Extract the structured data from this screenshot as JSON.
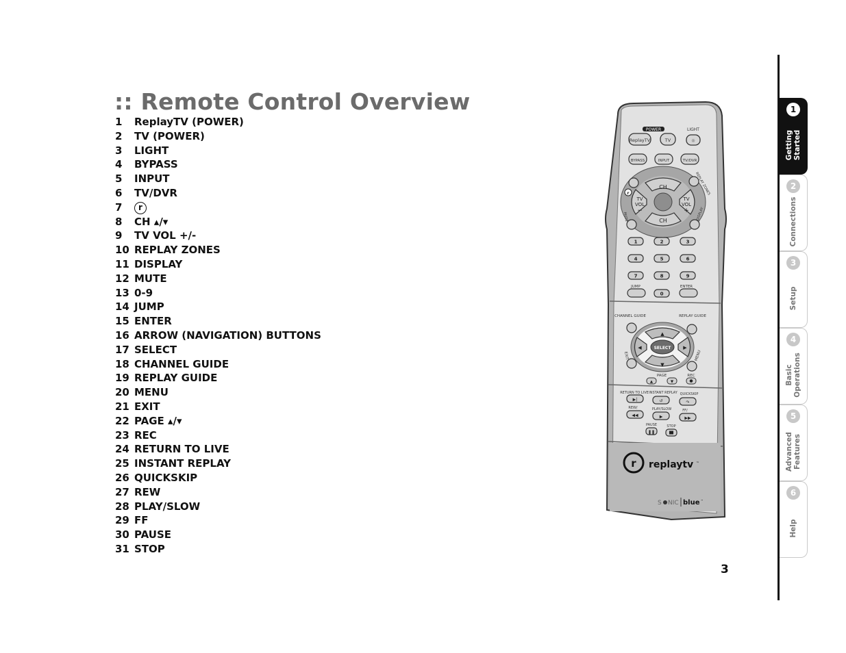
{
  "page": {
    "title": ":: Remote Control Overview",
    "page_number": "3"
  },
  "items": [
    {
      "num": "1",
      "label": "ReplayTV (POWER)"
    },
    {
      "num": "2",
      "label": "TV (POWER)"
    },
    {
      "num": "3",
      "label": "LIGHT"
    },
    {
      "num": "4",
      "label": "BYPASS"
    },
    {
      "num": "5",
      "label": "INPUT"
    },
    {
      "num": "6",
      "label": "TV/DVR"
    },
    {
      "num": "7",
      "label": "",
      "icon": "r-logo-icon",
      "icon_text": "r"
    },
    {
      "num": "8",
      "label": "CH ▴/▾"
    },
    {
      "num": "9",
      "label": "TV VOL +/-"
    },
    {
      "num": "10",
      "label": "REPLAY ZONES"
    },
    {
      "num": "11",
      "label": "DISPLAY"
    },
    {
      "num": "12",
      "label": "MUTE"
    },
    {
      "num": "13",
      "label": "0-9"
    },
    {
      "num": "14",
      "label": "JUMP"
    },
    {
      "num": "15",
      "label": "ENTER"
    },
    {
      "num": "16",
      "label": "ARROW (NAVIGATION) BUTTONS"
    },
    {
      "num": "17",
      "label": "SELECT"
    },
    {
      "num": "18",
      "label": "CHANNEL GUIDE"
    },
    {
      "num": "19",
      "label": "REPLAY GUIDE"
    },
    {
      "num": "20",
      "label": "MENU"
    },
    {
      "num": "21",
      "label": "EXIT"
    },
    {
      "num": "22",
      "label": "PAGE ▴/▾"
    },
    {
      "num": "23",
      "label": "REC"
    },
    {
      "num": "24",
      "label": "RETURN TO LIVE"
    },
    {
      "num": "25",
      "label": "INSTANT REPLAY"
    },
    {
      "num": "26",
      "label": "QUICKSKIP"
    },
    {
      "num": "27",
      "label": "REW"
    },
    {
      "num": "28",
      "label": "PLAY/SLOW"
    },
    {
      "num": "29",
      "label": "FF"
    },
    {
      "num": "30",
      "label": "PAUSE"
    },
    {
      "num": "31",
      "label": "STOP"
    }
  ],
  "remote": {
    "power_label": "POWER",
    "light_label": "LIGHT",
    "replaytv_btn": "ReplayTV",
    "tv_btn": "TV",
    "bypass_btn": "BYPASS",
    "input_btn": "INPUT",
    "tvdvr_btn": "TV/DVR",
    "ch_label": "CH",
    "tv_label": "TV",
    "vol_label": "VOL",
    "minus": "−",
    "plus": "+",
    "replay_zones_label": "REPLAY ZONES",
    "mute_label": "MUTE",
    "display_label": "DISPLAY",
    "r_logo_text": "r",
    "digits": [
      "1",
      "2",
      "3",
      "4",
      "5",
      "6",
      "7",
      "8",
      "9",
      "0"
    ],
    "jump_label": "JUMP",
    "enter_label": "ENTER",
    "channel_guide_label": "CHANNEL GUIDE",
    "replay_guide_label": "REPLAY GUIDE",
    "select_label": "SELECT",
    "exit_label": "EXIT",
    "menu_label": "MENU",
    "page_label": "PAGE",
    "rec_label": "REC",
    "return_to_live_label": "RETURN TO LIVE",
    "instant_replay_label": "INSTANT REPLAY",
    "quickskip_label": "QUICKSKIP",
    "rew_label": "REW/",
    "play_slow_label": "PLAY/SLOW",
    "ff_label": "FF/",
    "pause_label": "PAUSE",
    "stop_label": "STOP",
    "brand": "replaytv",
    "brand_tm": "™",
    "maker_left": "S",
    "maker_mid": "NIC",
    "maker_right": "blue",
    "maker_tm": "™"
  },
  "sidebar": {
    "tabs": [
      {
        "num": "1",
        "label": "Getting\nStarted",
        "active": true
      },
      {
        "num": "2",
        "label": "Connections",
        "active": false
      },
      {
        "num": "3",
        "label": "Setup",
        "active": false
      },
      {
        "num": "4",
        "label": "Basic\nOperations",
        "active": false
      },
      {
        "num": "5",
        "label": "Advanced\nFeatures",
        "active": false
      },
      {
        "num": "6",
        "label": "Help",
        "active": false
      }
    ]
  },
  "colors": {
    "title": "#6b6b6b",
    "text": "#111111",
    "remote_body": "#bdbdbd",
    "remote_face": "#e4e4e4",
    "sidebar_active": "#111111",
    "tab_number_inactive": "#c8c8c8"
  }
}
